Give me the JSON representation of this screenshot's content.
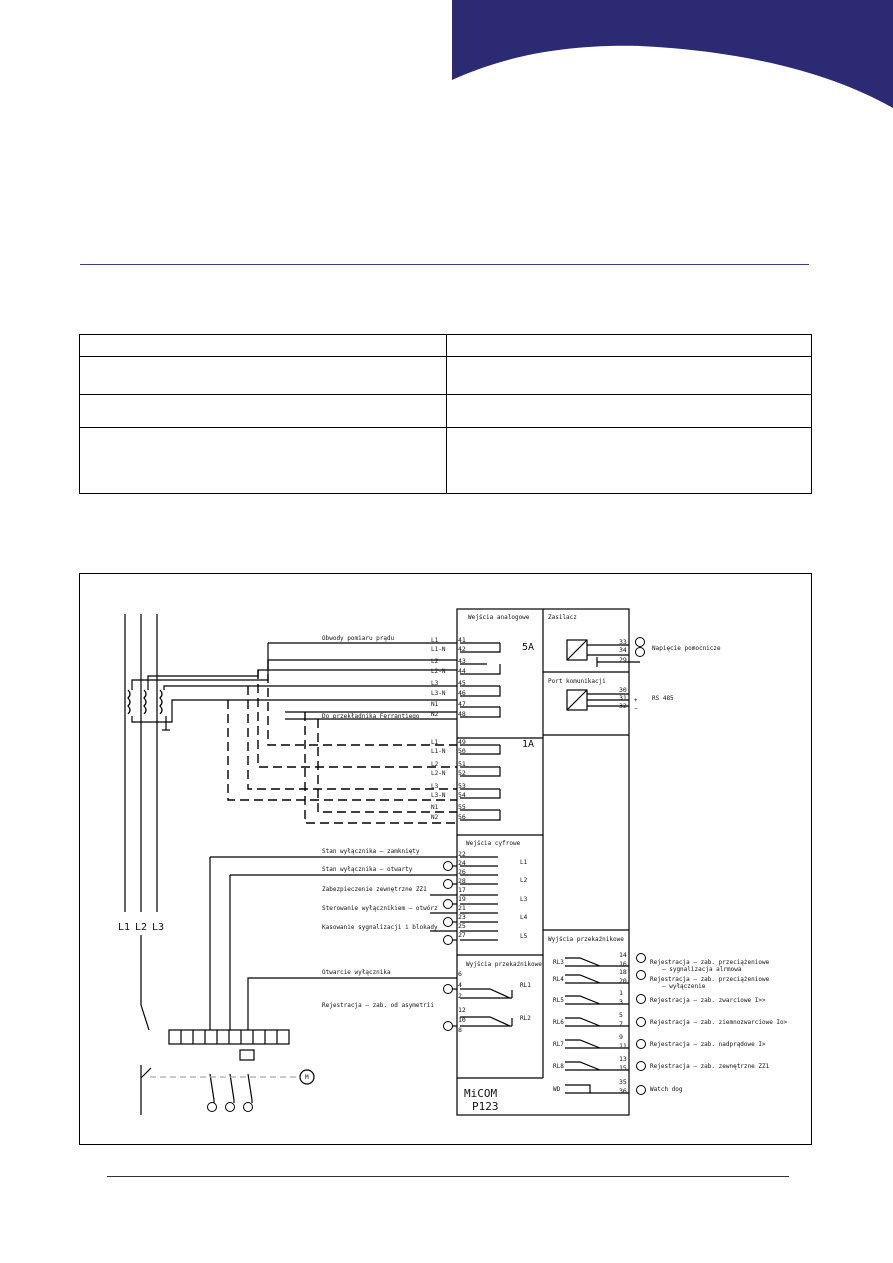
{
  "colors": {
    "brand": "#2b2a72",
    "rule": "#3a3a8a",
    "line": "#000000"
  },
  "diagram": {
    "analog": {
      "title": "Wejścia analogowe",
      "circuits_label": "Obwody pomiaru prądu",
      "ferranti_label": "Do przekładnika Ferrantiego",
      "rating_5a": "5A",
      "rating_1a": "1A",
      "top_terms": [
        {
          "label": "L1",
          "num": "41"
        },
        {
          "label": "L1-N",
          "num": "42"
        },
        {
          "label": "L2",
          "num": "43"
        },
        {
          "label": "L2-N",
          "num": "44"
        },
        {
          "label": "L3",
          "num": "45"
        },
        {
          "label": "L3-N",
          "num": "46"
        },
        {
          "label": "N1",
          "num": "47"
        },
        {
          "label": "N2",
          "num": "48"
        }
      ],
      "bottom_terms": [
        {
          "label": "L1",
          "num": "49"
        },
        {
          "label": "L1-N",
          "num": "50"
        },
        {
          "label": "L2",
          "num": "51"
        },
        {
          "label": "L2-N",
          "num": "52"
        },
        {
          "label": "L3",
          "num": "53"
        },
        {
          "label": "L3-N",
          "num": "54"
        },
        {
          "label": "N1",
          "num": "55"
        },
        {
          "label": "N2",
          "num": "56"
        }
      ]
    },
    "power": {
      "title": "Zasilacz",
      "terms": [
        "33",
        "34",
        "29"
      ],
      "label": "Napięcie pomocnicze"
    },
    "comm": {
      "title": "Port komunikacji",
      "terms": [
        "30",
        "31",
        "32"
      ],
      "signs": [
        "+",
        "−"
      ],
      "label": "RS 485"
    },
    "digital": {
      "title": "Wejścia cyfrowe",
      "terms": [
        "22",
        "24",
        "26",
        "28",
        "17",
        "19",
        "21",
        "23",
        "25",
        "27"
      ],
      "inputs": [
        "L1",
        "L2",
        "L3",
        "L4",
        "L5"
      ],
      "labels": [
        "Stan wyłącznika – zamknięty",
        "Stan wyłącznika – otwarty",
        "Zabezpieczenie zewnętrzne ZZ1",
        "Sterowanie wyłącznikiem – otwórz",
        "Kasowanie sygnalizacji i blokady"
      ]
    },
    "relays_left": {
      "title": "Wyjścia przekaźnikowe",
      "terms": [
        "6",
        "4",
        "2",
        "12",
        "10",
        "8"
      ],
      "relays": [
        "RL1",
        "RL2"
      ],
      "labels": [
        "Otwarcie wyłącznika",
        "Rejestracja – zab. od asymetrii"
      ]
    },
    "relays_right": {
      "title": "Wyjścia przekaźnikowe",
      "relays": [
        {
          "name": "RL3",
          "terms": [
            "14",
            "16"
          ],
          "label": "Rejestracja – zab. przeciążeniowe",
          "label2": "– sygnalizacja alrmowa"
        },
        {
          "name": "RL4",
          "terms": [
            "18",
            "20"
          ],
          "label": "Rejestracja – zab. przeciążeniowe",
          "label2": "– wyłączenie"
        },
        {
          "name": "RL5",
          "terms": [
            "1",
            "3"
          ],
          "label": "Rejestracja – zab. zwarciowe I>>",
          "label2": ""
        },
        {
          "name": "RL6",
          "terms": [
            "5",
            "7"
          ],
          "label": "Rejestracja – zab. ziemnozwarciowe Io>",
          "label2": ""
        },
        {
          "name": "RL7",
          "terms": [
            "9",
            "11"
          ],
          "label": "Rejestracja – zab. nadprądowe I>",
          "label2": ""
        },
        {
          "name": "RL8",
          "terms": [
            "13",
            "15"
          ],
          "label": "Rejestracja – zab. zewnętrzne ZZ1",
          "label2": ""
        },
        {
          "name": "WD",
          "terms": [
            "35",
            "36"
          ],
          "label": "Watch dog",
          "label2": ""
        }
      ]
    },
    "device": {
      "name": "MiCOM",
      "model": "P123"
    },
    "phases": [
      "L1",
      "L2",
      "L3"
    ],
    "motor": "M"
  }
}
